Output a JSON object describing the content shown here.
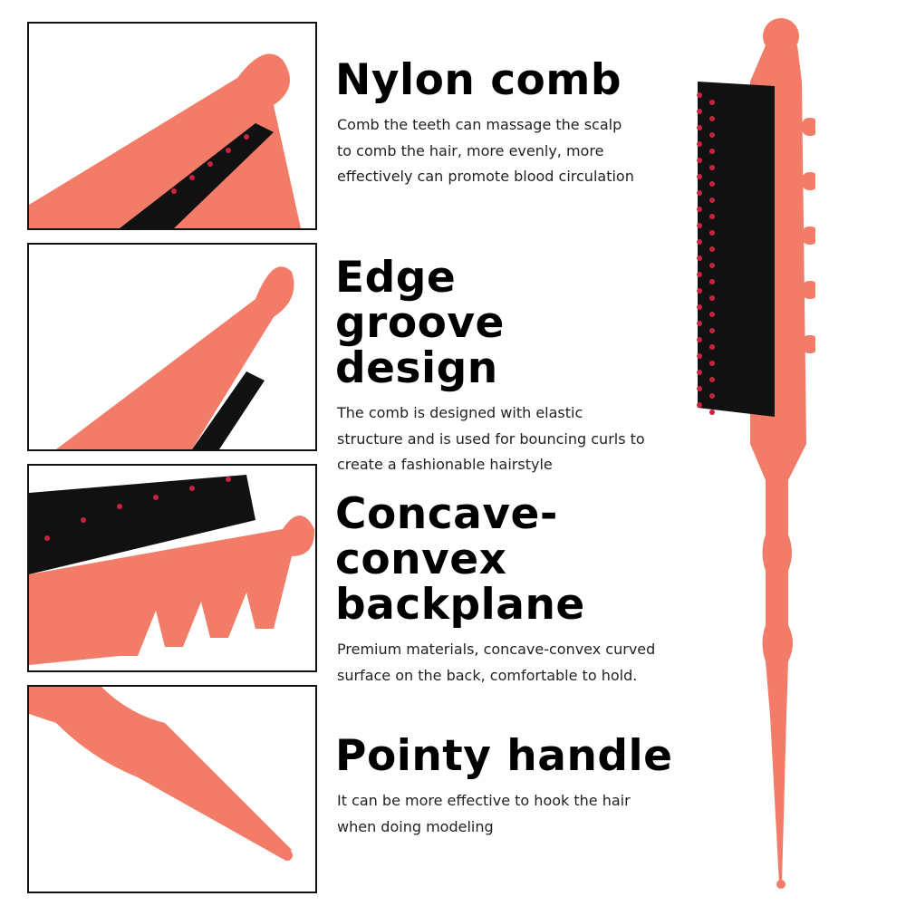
{
  "features": [
    {
      "title": "Nylon comb",
      "desc": "Comb the teeth can massage the scalp to comb the hair, more evenly, more effectively can promote blood circulation"
    },
    {
      "title": "Edge groove design",
      "desc": "The comb is designed with elastic structure and is used for bouncing curls to create a fashionable hairstyle"
    },
    {
      "title": "Concave-convex backplane",
      "desc": "Premium materials, concave-convex curved surface on the back, comfortable to hold."
    },
    {
      "title": "Pointy handle",
      "desc": "It can be more effective to hook the hair when doing modeling"
    }
  ],
  "colors": {
    "brush": "#f27c68",
    "bristle": "#111111",
    "tip": "#c8233f"
  }
}
